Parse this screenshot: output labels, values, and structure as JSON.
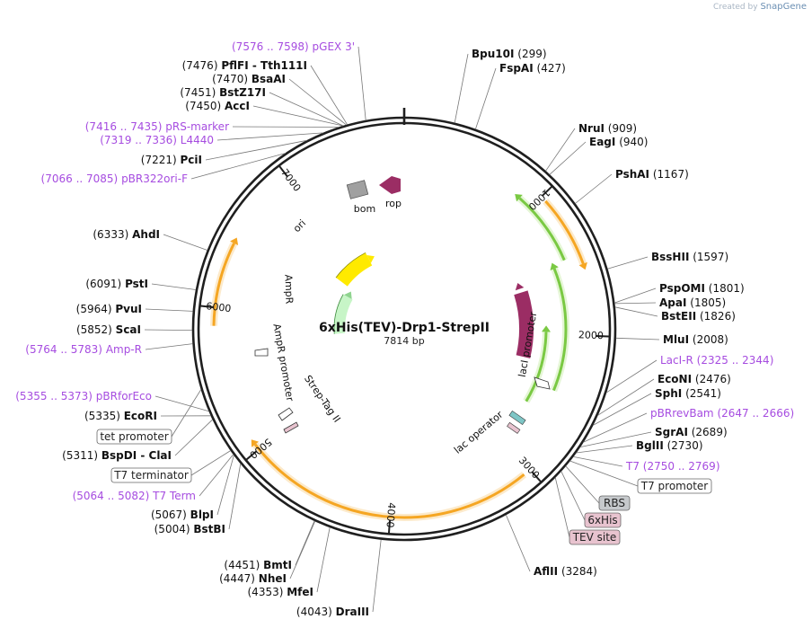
{
  "app": {
    "credit_prefix": "Created by",
    "credit_brand": "SnapGene"
  },
  "plasmid": {
    "name": "6xHis(TEV)-Drp1-StrepII",
    "length_label": "7814 bp",
    "length": 7814
  },
  "colors": {
    "backbone": "#1f1f1f",
    "enzyme_text": "#111111",
    "primer": "#a64ce0",
    "orange": "#f5a623",
    "green": "#7ac943",
    "purple": "#9b2d64",
    "yellow": "#ffea00",
    "ampR": "#c7f5c7",
    "gray_box": "#a0a0a0",
    "pink_box": "#e8c3cf"
  },
  "ticks": [
    {
      "label": "1000",
      "pos": 1000
    },
    {
      "label": "2000",
      "pos": 2000
    },
    {
      "label": "3000",
      "pos": 3000
    },
    {
      "label": "4000",
      "pos": 4000
    },
    {
      "label": "5000",
      "pos": 5000
    },
    {
      "label": "6000",
      "pos": 6000
    },
    {
      "label": "7000",
      "pos": 7000
    }
  ],
  "enzymes_right": [
    {
      "name": "Bpu10I",
      "pos": "(299)",
      "site": 299
    },
    {
      "name": "FspAI",
      "pos": "(427)",
      "site": 427
    },
    {
      "name": "NruI",
      "pos": "(909)",
      "site": 909
    },
    {
      "name": "EagI",
      "pos": "(940)",
      "site": 940
    },
    {
      "name": "PshAI",
      "pos": "(1167)",
      "site": 1167
    },
    {
      "name": "BssHII",
      "pos": "(1597)",
      "site": 1597
    },
    {
      "name": "PspOMI",
      "pos": "(1801)",
      "site": 1801
    },
    {
      "name": "ApaI",
      "pos": "(1805)",
      "site": 1805
    },
    {
      "name": "BstEII",
      "pos": "(1826)",
      "site": 1826
    },
    {
      "name": "MluI",
      "pos": "(2008)",
      "site": 2008
    },
    {
      "name": "EcoNI",
      "pos": "(2476)",
      "site": 2476
    },
    {
      "name": "SphI",
      "pos": "(2541)",
      "site": 2541
    },
    {
      "name": "SgrAI",
      "pos": "(2689)",
      "site": 2689
    },
    {
      "name": "BglII",
      "pos": "(2730)",
      "site": 2730
    },
    {
      "name": "AflII",
      "pos": "(3284)",
      "site": 3284
    }
  ],
  "enzymes_left": [
    {
      "name": "PflFI - Tth111I",
      "pos": "(7476)",
      "site": 7476
    },
    {
      "name": "BsaAI",
      "pos": "(7470)",
      "site": 7470
    },
    {
      "name": "BstZ17I",
      "pos": "(7451)",
      "site": 7451
    },
    {
      "name": "AccI",
      "pos": "(7450)",
      "site": 7450
    },
    {
      "name": "PciI",
      "pos": "(7221)",
      "site": 7221
    },
    {
      "name": "AhdI",
      "pos": "(6333)",
      "site": 6333
    },
    {
      "name": "PstI",
      "pos": "(6091)",
      "site": 6091
    },
    {
      "name": "PvuI",
      "pos": "(5964)",
      "site": 5964
    },
    {
      "name": "ScaI",
      "pos": "(5852)",
      "site": 5852
    },
    {
      "name": "EcoRI",
      "pos": "(5335)",
      "site": 5335
    },
    {
      "name": "BspDI - ClaI",
      "pos": "(5311)",
      "site": 5311
    },
    {
      "name": "BlpI",
      "pos": "(5067)",
      "site": 5067
    },
    {
      "name": "BstBI",
      "pos": "(5004)",
      "site": 5004
    },
    {
      "name": "BmtI",
      "pos": "(4451)",
      "site": 4451
    },
    {
      "name": "NheI",
      "pos": "(4447)",
      "site": 4447
    },
    {
      "name": "MfeI",
      "pos": "(4353)",
      "site": 4353
    },
    {
      "name": "DraIII",
      "pos": "(4043)",
      "site": 4043
    }
  ],
  "primers_left": [
    {
      "name": "pGEX 3'",
      "range": "(7576 .. 7598)",
      "site": 7587
    },
    {
      "name": "pRS-marker",
      "range": "(7416 .. 7435)",
      "site": 7425
    },
    {
      "name": "L4440",
      "range": "(7319 .. 7336)",
      "site": 7327
    },
    {
      "name": "pBR322ori-F",
      "range": "(7066 .. 7085)",
      "site": 7075
    },
    {
      "name": "Amp-R",
      "range": "(5764 .. 5783)",
      "site": 5773
    },
    {
      "name": "pBRforEco",
      "range": "(5355 .. 5373)",
      "site": 5364
    },
    {
      "name": "T7 Term",
      "range": "(5064 .. 5082)",
      "site": 5073
    }
  ],
  "primers_right": [
    {
      "name": "LacI-R",
      "range": "(2325 .. 2344)",
      "site": 2334
    },
    {
      "name": "pBRrevBam",
      "range": "(2647 .. 2666)",
      "site": 2656
    },
    {
      "name": "T7",
      "range": "(2750 .. 2769)",
      "site": 2759
    }
  ],
  "features_boxed": [
    {
      "name": "tet promoter",
      "style": "white"
    },
    {
      "name": "T7 terminator",
      "style": "white"
    },
    {
      "name": "T7 promoter",
      "style": "white"
    },
    {
      "name": "RBS",
      "style": "gray"
    },
    {
      "name": "6xHis",
      "style": "pink"
    },
    {
      "name": "TEV site",
      "style": "pink"
    }
  ],
  "features_inner": {
    "ori": "ori",
    "bom": "bom",
    "rop": "rop",
    "ampR": "AmpR",
    "ampR_promoter": "AmpR promoter",
    "strep_tag": "Strep-Tag II",
    "lacI": "lacI",
    "lacI_promoter": "lacI promoter",
    "lac_operator": "lac operator"
  }
}
